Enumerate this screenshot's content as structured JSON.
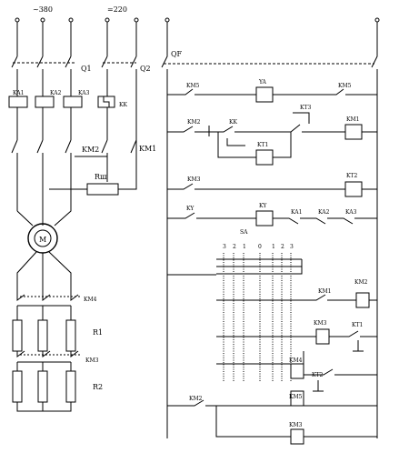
{
  "supply": {
    "ac": "~380",
    "dc": "=220"
  },
  "breakers": {
    "q1": "Q1",
    "q2": "Q2",
    "qf": "QF"
  },
  "power": {
    "ka1": "KA1",
    "ka2": "KA2",
    "ka3": "KA3",
    "kk": "KK",
    "km2": "KM2",
    "km1": "KM1",
    "rsh": "Rш",
    "motor": "M",
    "km4": "KM4",
    "r1": "R1",
    "km3": "KM3",
    "r2": "R2"
  },
  "control": {
    "km5_a": "KM5",
    "ya": "YA",
    "km5_b": "KM5",
    "km2": "KM2",
    "kk": "KK",
    "kt3": "KT3",
    "km1": "KM1",
    "kt1": "KT1",
    "km3": "KM3",
    "kt2": "KT2",
    "ky_a": "KY",
    "ky_b": "KY",
    "ka1": "KA1",
    "ka2": "KA2",
    "ka3": "KA3",
    "sa": "SA",
    "km1_b": "KM1",
    "km2_b": "KM2",
    "km3_b": "KM3",
    "kt1_b": "KT1",
    "km4": "KM4",
    "kt2_b": "KT2",
    "km5_c": "KM5",
    "km2_c": "KM2",
    "km3_c": "KM3"
  },
  "switch_positions": [
    "3",
    "2",
    "1",
    "0",
    "1",
    "2",
    "3"
  ]
}
